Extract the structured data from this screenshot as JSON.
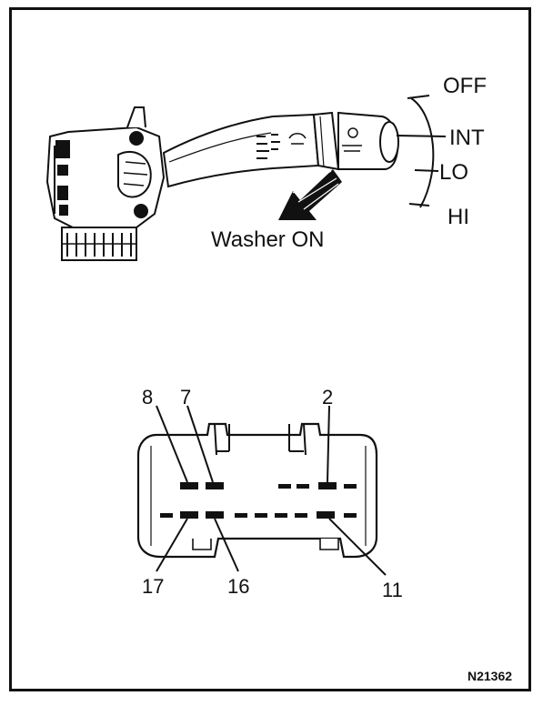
{
  "switch_positions": [
    "OFF",
    "INT",
    "LO",
    "HI"
  ],
  "washer_label": "Washer ON",
  "connector_pins_top": [
    "8",
    "7",
    "2"
  ],
  "connector_pins_bottom": [
    "17",
    "16",
    "11"
  ],
  "figure_code": "N21362",
  "colors": {
    "ink": "#111111",
    "background": "#ffffff"
  },
  "icons": [
    "wiper-switch-lever-illustration",
    "washer-arrow-icon",
    "connector-outline"
  ]
}
